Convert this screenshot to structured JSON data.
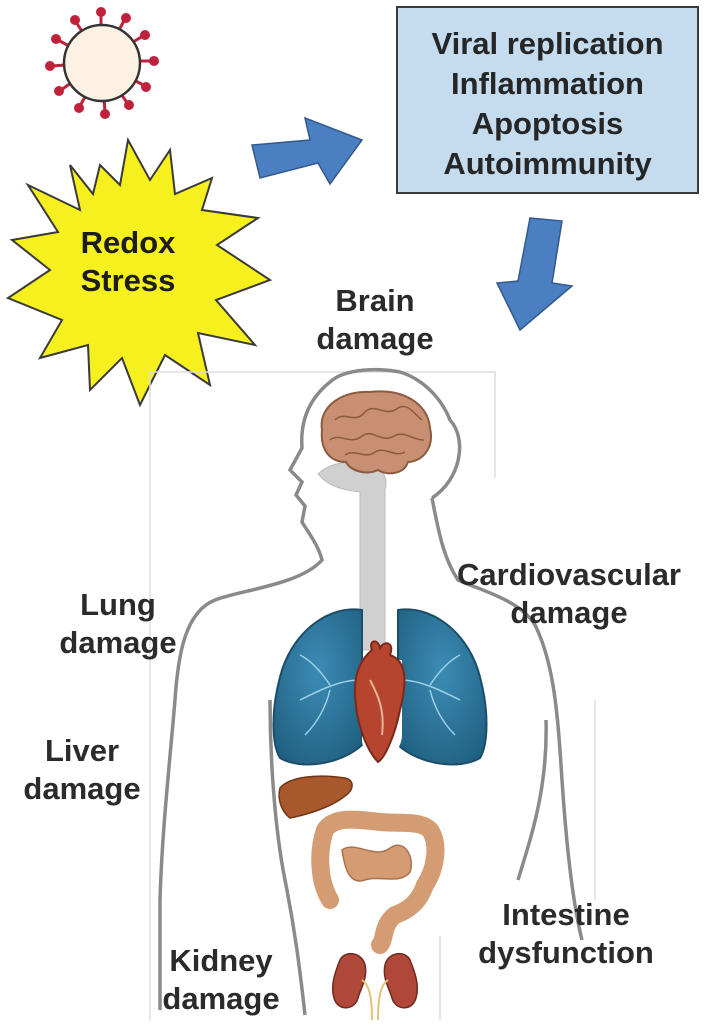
{
  "mechanisms": [
    "Viral replication",
    "Inflammation",
    "Apoptosis",
    "Autoimmunity"
  ],
  "stress": [
    "Redox",
    "Stress"
  ],
  "organs": {
    "brain": [
      "Brain",
      "damage"
    ],
    "cardiovascular": [
      "Cardiovascular",
      "damage"
    ],
    "lung": [
      "Lung",
      "damage"
    ],
    "liver": [
      "Liver",
      "damage"
    ],
    "intestine": [
      "Intestine",
      "dysfunction"
    ],
    "kidney": [
      "Kidney",
      "damage"
    ]
  },
  "colors": {
    "box_fill": "#c5dcef",
    "arrow": "#4a7fc1",
    "star": "#f5f01e",
    "lung": "#2a6f93",
    "brain": "#c98f72",
    "heart": "#b5452e",
    "liver": "#a8582c",
    "intestine": "#d49c72",
    "kidney": "#b0483a",
    "virus_spike": "#c0213b"
  }
}
